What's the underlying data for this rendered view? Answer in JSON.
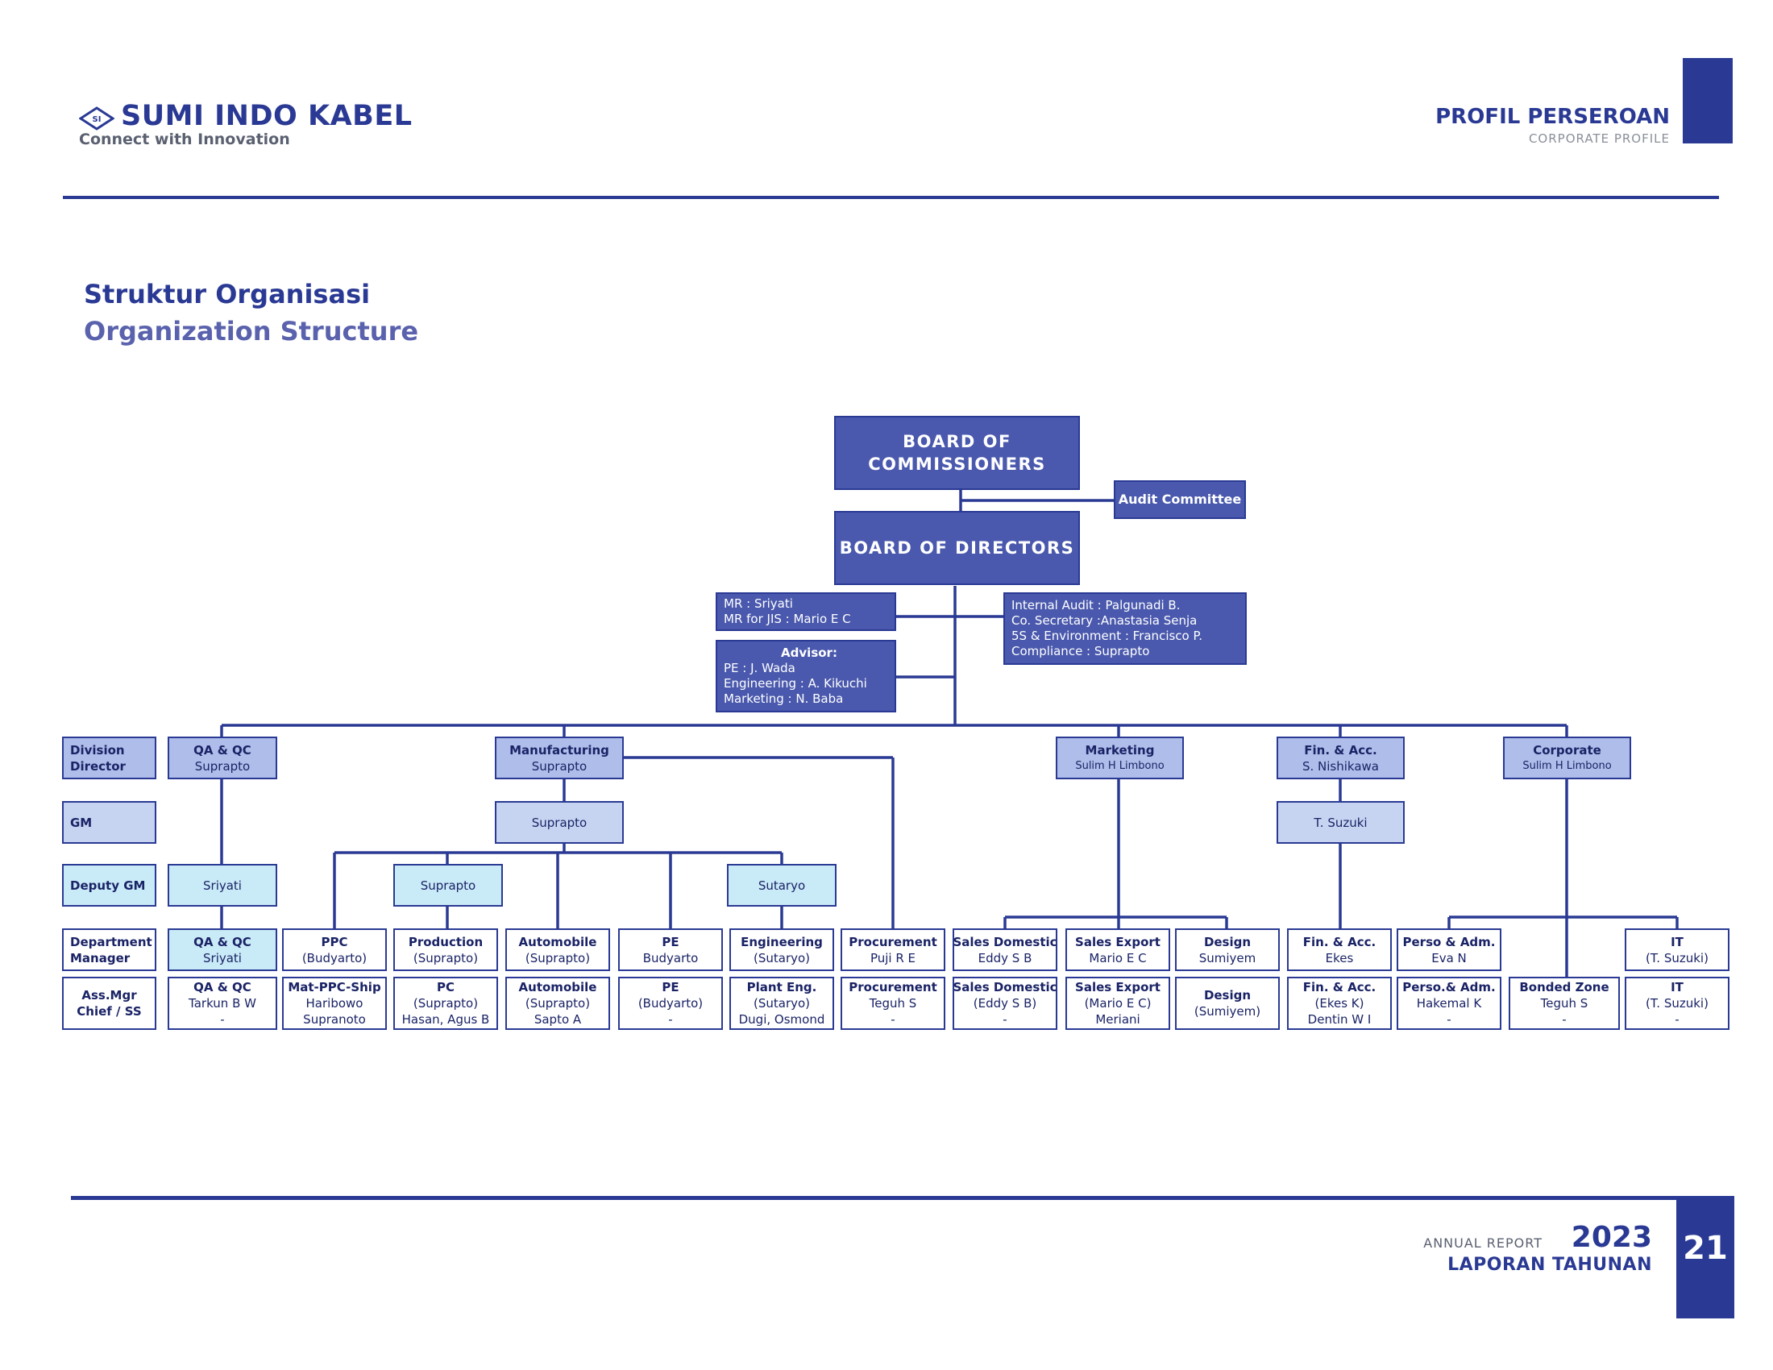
{
  "header": {
    "brand": "SUMI INDO KABEL",
    "tagline": "Connect with Innovation",
    "logo_text": "SI",
    "section_title": "PROFIL PERSEROAN",
    "section_subtitle": "CORPORATE PROFILE"
  },
  "headings": {
    "title_id": "Struktur Organisasi",
    "title_en": "Organization Structure"
  },
  "footer": {
    "annual_report": "ANNUAL REPORT",
    "year": "2023",
    "laporan": "LAPORAN TAHUNAN",
    "page": "21"
  },
  "org": {
    "commissioners": [
      "BOARD OF",
      "COMMISSIONERS"
    ],
    "audit_committee": "Audit Committee",
    "directors": "BOARD OF DIRECTORS",
    "mr": [
      "MR             : Sriyati",
      "MR for JIS : Mario E C"
    ],
    "advisor_title": "Advisor:",
    "advisor": [
      "PE                 : J. Wada",
      "Engineering : A. Kikuchi",
      "Marketing    : N. Baba"
    ],
    "internal": [
      "Internal Audit       : Palgunadi B.",
      "Co. Secretary       :Anastasia Senja",
      "5S & Environment : Francisco P.",
      "Compliance          : Suprapto"
    ],
    "row_labels": {
      "division": [
        "Division",
        "Director"
      ],
      "gm": "GM",
      "deputy": "Deputy GM",
      "dept": [
        "Department",
        "Manager"
      ],
      "asmgr": [
        "Ass.Mgr",
        "Chief / SS"
      ]
    },
    "divisions": {
      "qa": [
        "QA & QC",
        "Suprapto"
      ],
      "mfg": [
        "Manufacturing",
        "Suprapto"
      ],
      "mkt": [
        "Marketing",
        "Sulim H Limbono"
      ],
      "fin": [
        "Fin. & Acc.",
        "S. Nishikawa"
      ],
      "corp": [
        "Corporate",
        "Sulim H Limbono"
      ]
    },
    "gm": {
      "mfg": "Suprapto",
      "fin": "T. Suzuki"
    },
    "deputy": {
      "qa": "Sriyati",
      "mfg": "Suprapto",
      "eng": "Sutaryo"
    },
    "departments": [
      [
        "QA & QC",
        "Sriyati"
      ],
      [
        "PPC",
        "(Budyarto)"
      ],
      [
        "Production",
        "(Suprapto)"
      ],
      [
        "Automobile",
        "(Suprapto)"
      ],
      [
        "PE",
        "Budyarto"
      ],
      [
        "Engineering",
        "(Sutaryo)"
      ],
      [
        "Procurement",
        "Puji R E"
      ],
      [
        "Sales Domestic",
        "Eddy S B"
      ],
      [
        "Sales Export",
        "Mario E C"
      ],
      [
        "Design",
        "Sumiyem"
      ],
      [
        "Fin. & Acc.",
        "Ekes"
      ],
      [
        "Perso & Adm.",
        "Eva N"
      ],
      [
        "IT",
        "(T. Suzuki)"
      ]
    ],
    "assistants": [
      [
        "QA & QC",
        "Tarkun B W",
        "-"
      ],
      [
        "Mat-PPC-Ship",
        "Haribowo",
        "Supranoto"
      ],
      [
        "PC",
        "(Suprapto)",
        "Hasan, Agus B"
      ],
      [
        "Automobile",
        "(Suprapto)",
        "Sapto A"
      ],
      [
        "PE",
        "(Budyarto)",
        "-"
      ],
      [
        "Plant Eng.",
        "(Sutaryo)",
        "Dugi, Osmond"
      ],
      [
        "Procurement",
        "Teguh S",
        "-"
      ],
      [
        "Sales Domestic",
        "(Eddy S B)",
        "-"
      ],
      [
        "Sales Export",
        "(Mario E C)",
        "Meriani"
      ],
      [
        "Design",
        "(Sumiyem)",
        ""
      ],
      [
        "Fin. & Acc.",
        "(Ekes K)",
        "Dentin W I"
      ],
      [
        "Perso.& Adm.",
        "Hakemal K",
        "-"
      ],
      [
        "Bonded Zone",
        "Teguh S",
        "-"
      ],
      [
        "IT",
        "(T. Suzuki)",
        "-"
      ]
    ]
  }
}
